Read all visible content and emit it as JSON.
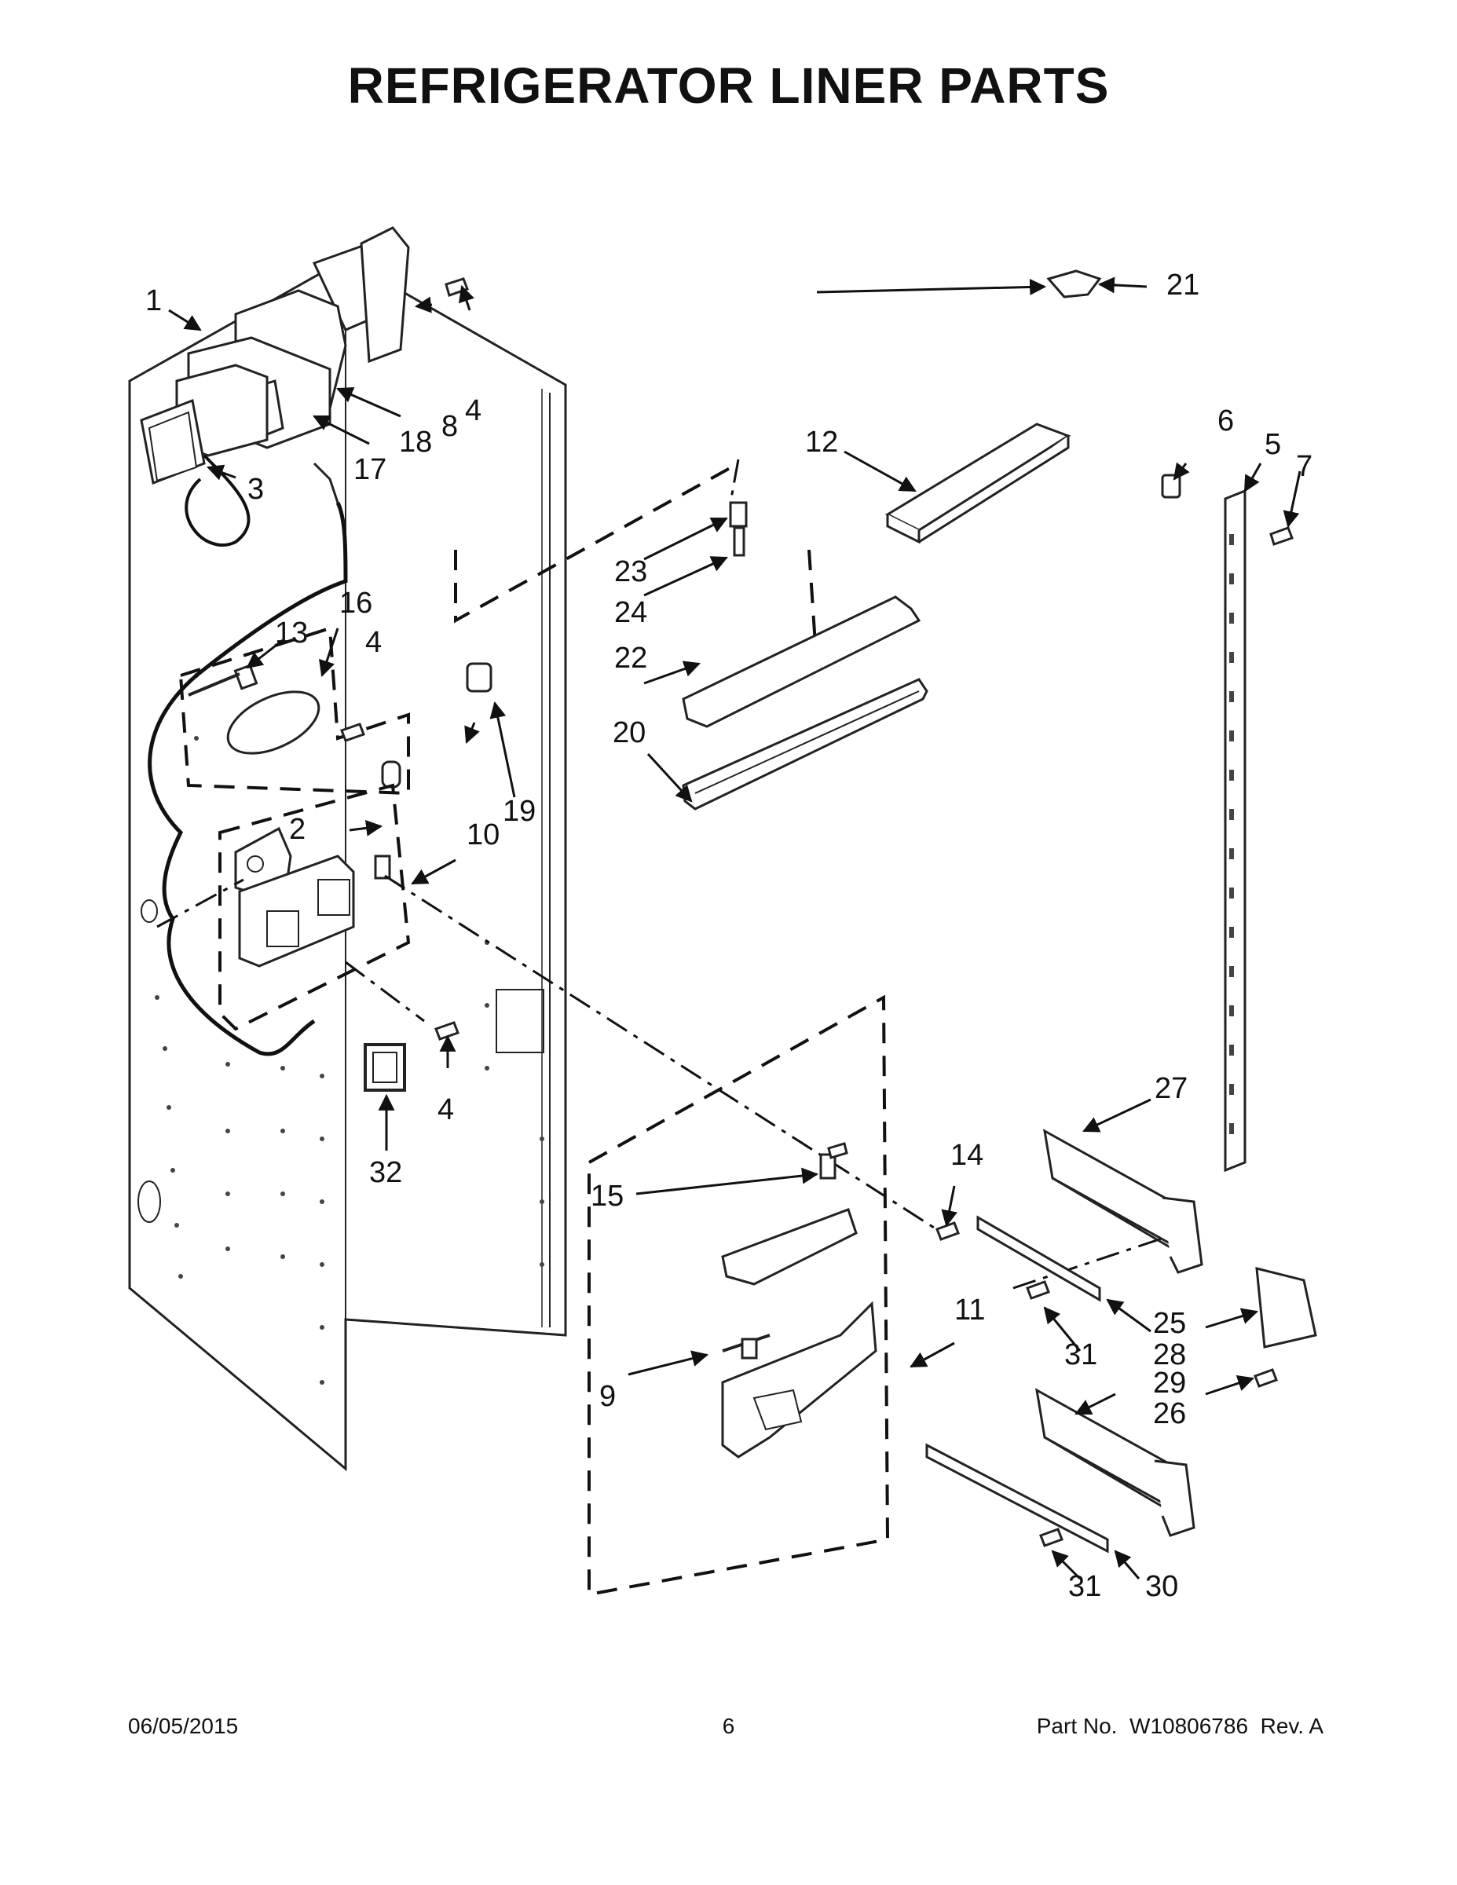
{
  "page": {
    "title": "REFRIGERATOR LINER PARTS"
  },
  "callouts": {
    "c1": "1",
    "c2": "2",
    "c3": "3",
    "c4a": "4",
    "c4b": "4",
    "c4c": "4",
    "c5": "5",
    "c6": "6",
    "c7": "7",
    "c8": "8",
    "c9": "9",
    "c10": "10",
    "c11": "11",
    "c12": "12",
    "c13": "13",
    "c14": "14",
    "c15": "15",
    "c16": "16",
    "c17": "17",
    "c18": "18",
    "c19": "19",
    "c20": "20",
    "c21": "21",
    "c22": "22",
    "c23": "23",
    "c24": "24",
    "c25": "25",
    "c26": "26",
    "c27": "27",
    "c28": "28",
    "c29": "29",
    "c30": "30",
    "c31a": "31",
    "c31b": "31",
    "c32": "32"
  },
  "footer": {
    "date": "06/05/2015",
    "page_number": "6",
    "part_label": "Part No.",
    "part_number": "W10806786",
    "revision": "Rev. A"
  }
}
